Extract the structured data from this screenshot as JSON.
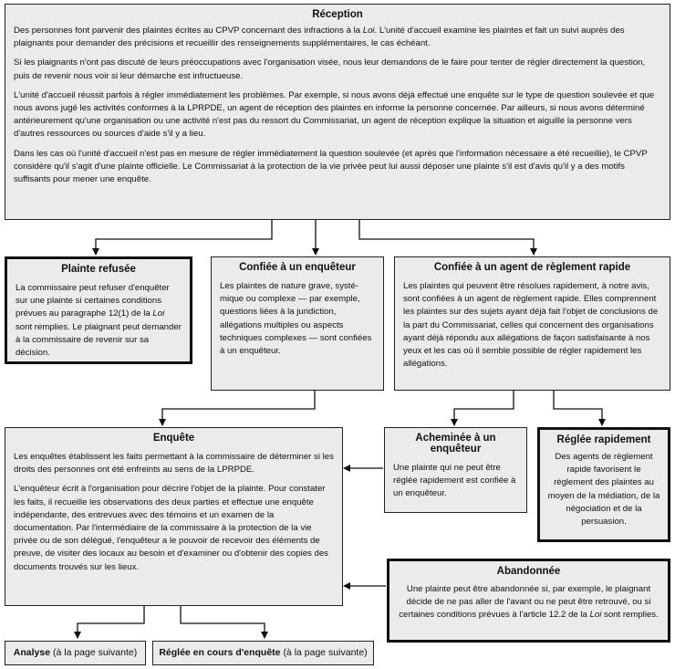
{
  "reception": {
    "title": "Réception",
    "p1a": "Des personnes font parvenir des plaintes écrites au CPVP concernant des infractions à la ",
    "p1_law": "Loi",
    "p1b": ". L'unité d'accueil examine les plaintes et fait un suivi auprès des plaignants pour demander des précisions et recueillir des renseignements supplémentaires, le cas échéant.",
    "p2": "Si les plaignants n'ont pas discuté de leurs préoccupations avec l'organisation visée, nous leur demandons de le faire pour tenter de régler directement la question, puis de revenir nous voir si leur démarche est infructueuse.",
    "p3": "L'unité d'accueil réussit parfois à régler immédiatement les problèmes. Par exemple, si nous avons déjà effectué une enquête sur le type de question soulevée et que nous avons jugé les activités conformes à la LPRPDE, un agent de réception des plaintes en informe la personne concernée. Par ailleurs, si nous avons déterminé antérieurement qu'une organisation ou une activité n'est pas du ressort du Commissariat, un agent de réception explique la situation et aiguille la personne vers d'autres ressources ou sources d'aide s'il y a lieu.",
    "p4": "Dans les cas où l'unité d'accueil n'est pas en mesure de régler immédiatement la question soulevée (et après que l'information nécessaire a été recueillie), le CPVP considère qu'il s'agit d'une plainte officielle. Le Commissariat à la protection de la vie privée peut lui aussi déposer une plainte s'il est d'avis qu'il y a des motifs suffisants pour mener une enquête."
  },
  "refusee": {
    "title": "Plainte refusée",
    "a": "La commissaire peut refuser d'enquêter sur une plainte si certaines conditions prévues au paragraphe 12(1) de la ",
    "law": "Loi",
    "b": " sont remplies. Le plaignant peut demander à la commissaire de revenir sur sa décision."
  },
  "enqueteur": {
    "title": "Confiée à un enquêteur",
    "text": "Les plaintes de nature grave, systé-mique ou complexe — par exemple, questions liées à la juridiction, allégations multiples ou aspects techniques complexes — sont confiées à un enquêteur."
  },
  "agent": {
    "title": "Confiée à un agent de règlement rapide",
    "text": "Les plaintes qui peuvent être résolues rapidement, à notre avis, sont confiées à un agent de règlement rapide. Elles comprennent les plaintes sur des sujets ayant déjà fait l'objet de conclusions de la part du Commissariat, celles qui concernent des organisations ayant déjà répondu aux allégations de façon satisfaisante à nos yeux et les cas où il semble possible de régler rapidement les allégations."
  },
  "enquete": {
    "title": "Enquête",
    "p1": "Les enquêtes établissent les faits permettant à la commissaire de déterminer si les droits des personnes ont été enfreints au sens de la LPRPDE.",
    "p2": "L'enquêteur écrit à l'organisation pour décrire l'objet de la plainte. Pour constater les faits, il recueille les observations des deux parties et effectue une enquête indépendante, des entrevues avec des témoins et un examen de la documentation. Par l'intermédiaire de la commissaire à la protection de la vie privée ou de son délégué, l'enquêteur a le pouvoir de recevoir des éléments de preuve, de visiter des locaux au besoin et d'examiner ou d'obtenir des copies des documents trouvés sur les lieux."
  },
  "acheminee": {
    "title": "Acheminée à un enquêteur",
    "text": "Une plainte qui ne peut être réglée rapidement est confiée à un enquêteur."
  },
  "reglee": {
    "title": "Réglée rapidement",
    "text": "Des agents de règlement rapide favorisent le règlement des plaintes au moyen de la médiation, de la négociation et de la persuasion."
  },
  "abandonnee": {
    "title": "Abandonnée",
    "a": "Une plainte peut être abandonnée si, par exemple, le plaignant décide de ne pas aller de l'avant ou ne peut être retrouvé, ou si certaines conditions prévues à l'article 12.2 de la ",
    "law": "Loi",
    "b": " sont remplies."
  },
  "analyse": {
    "title": "Analyse",
    "note": "(à la page suivante)"
  },
  "enCours": {
    "title": "Réglée en cours d'enquête",
    "note": "(à la page suivante)"
  }
}
